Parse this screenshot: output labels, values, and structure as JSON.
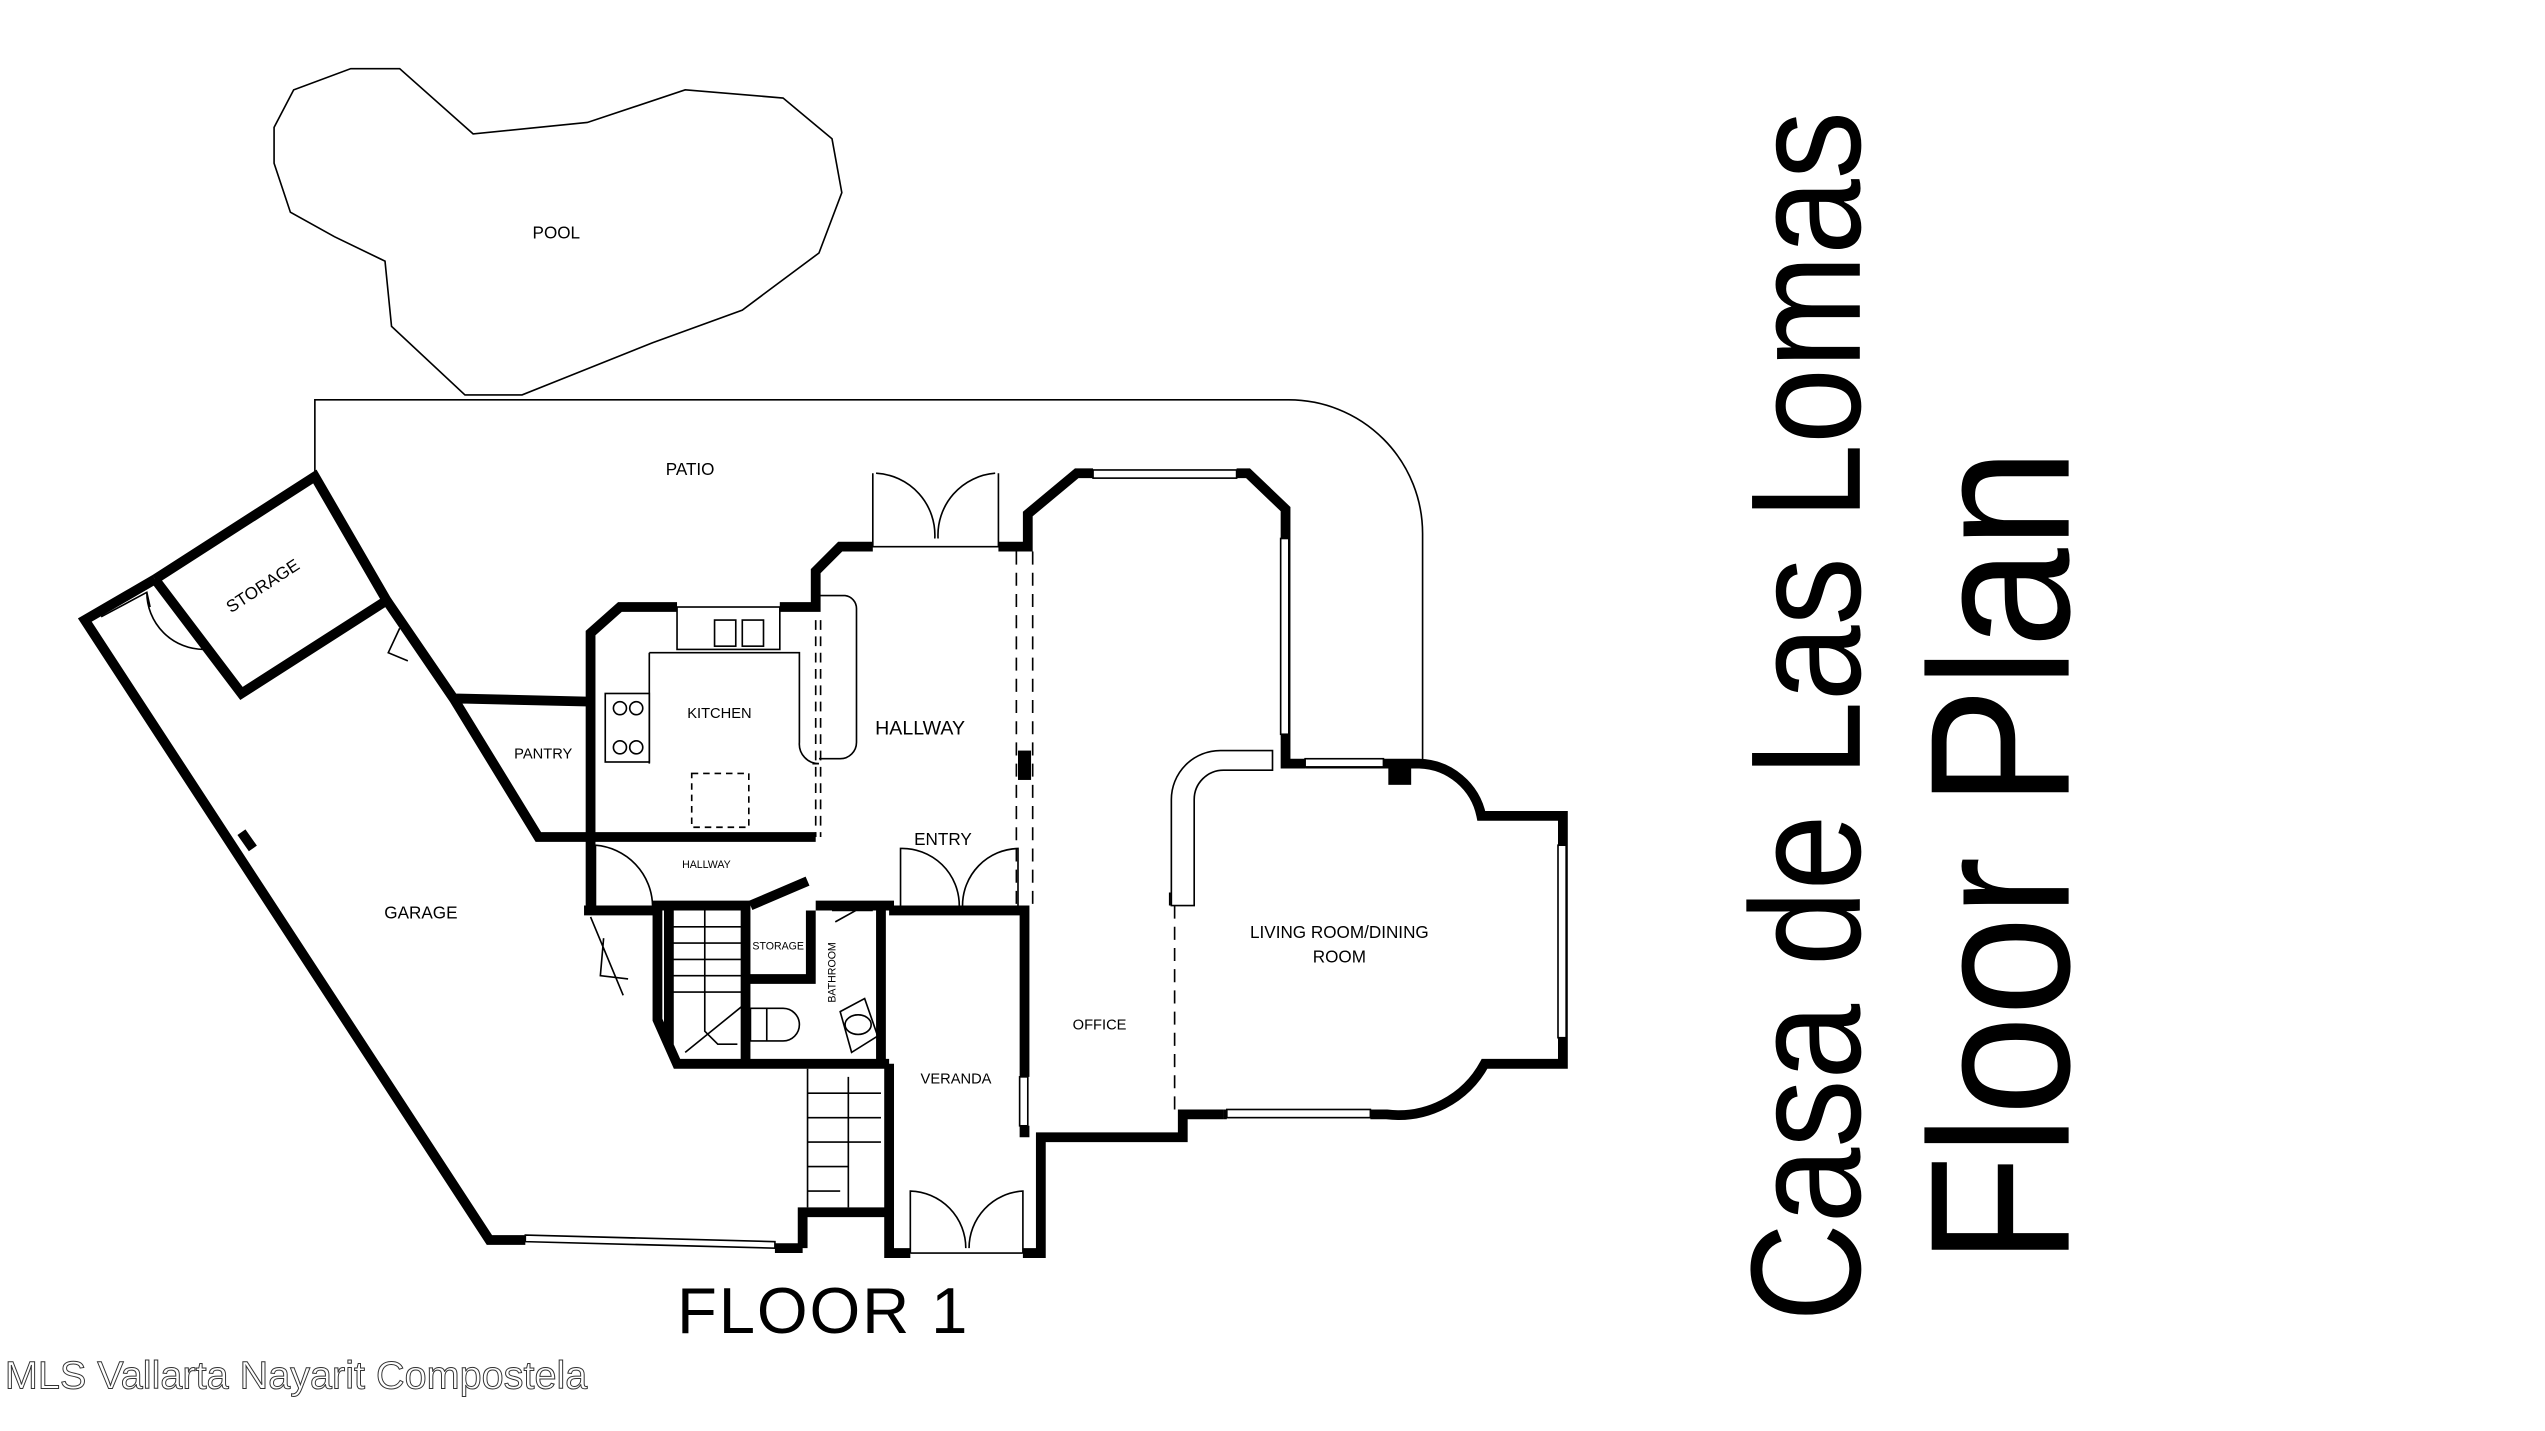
{
  "title": {
    "line1": "Casa de Las Lomas",
    "line2": "Floor Plan"
  },
  "floor_label": "FLOOR 1",
  "watermark": "MLS Vallarta Nayarit Compostela",
  "rooms": {
    "pool": "POOL",
    "patio": "PATIO",
    "storage_main": "STORAGE",
    "pantry": "PANTRY",
    "kitchen": "KITCHEN",
    "hallway_main": "HALLWAY",
    "entry": "ENTRY",
    "hallway_small": "HALLWAY",
    "garage": "GARAGE",
    "storage_small": "STORAGE",
    "bathroom": "BATHROOM",
    "veranda": "VERANDA",
    "office": "OFFICE",
    "living_line1": "LIVING ROOM/DINING",
    "living_line2": "ROOM"
  }
}
